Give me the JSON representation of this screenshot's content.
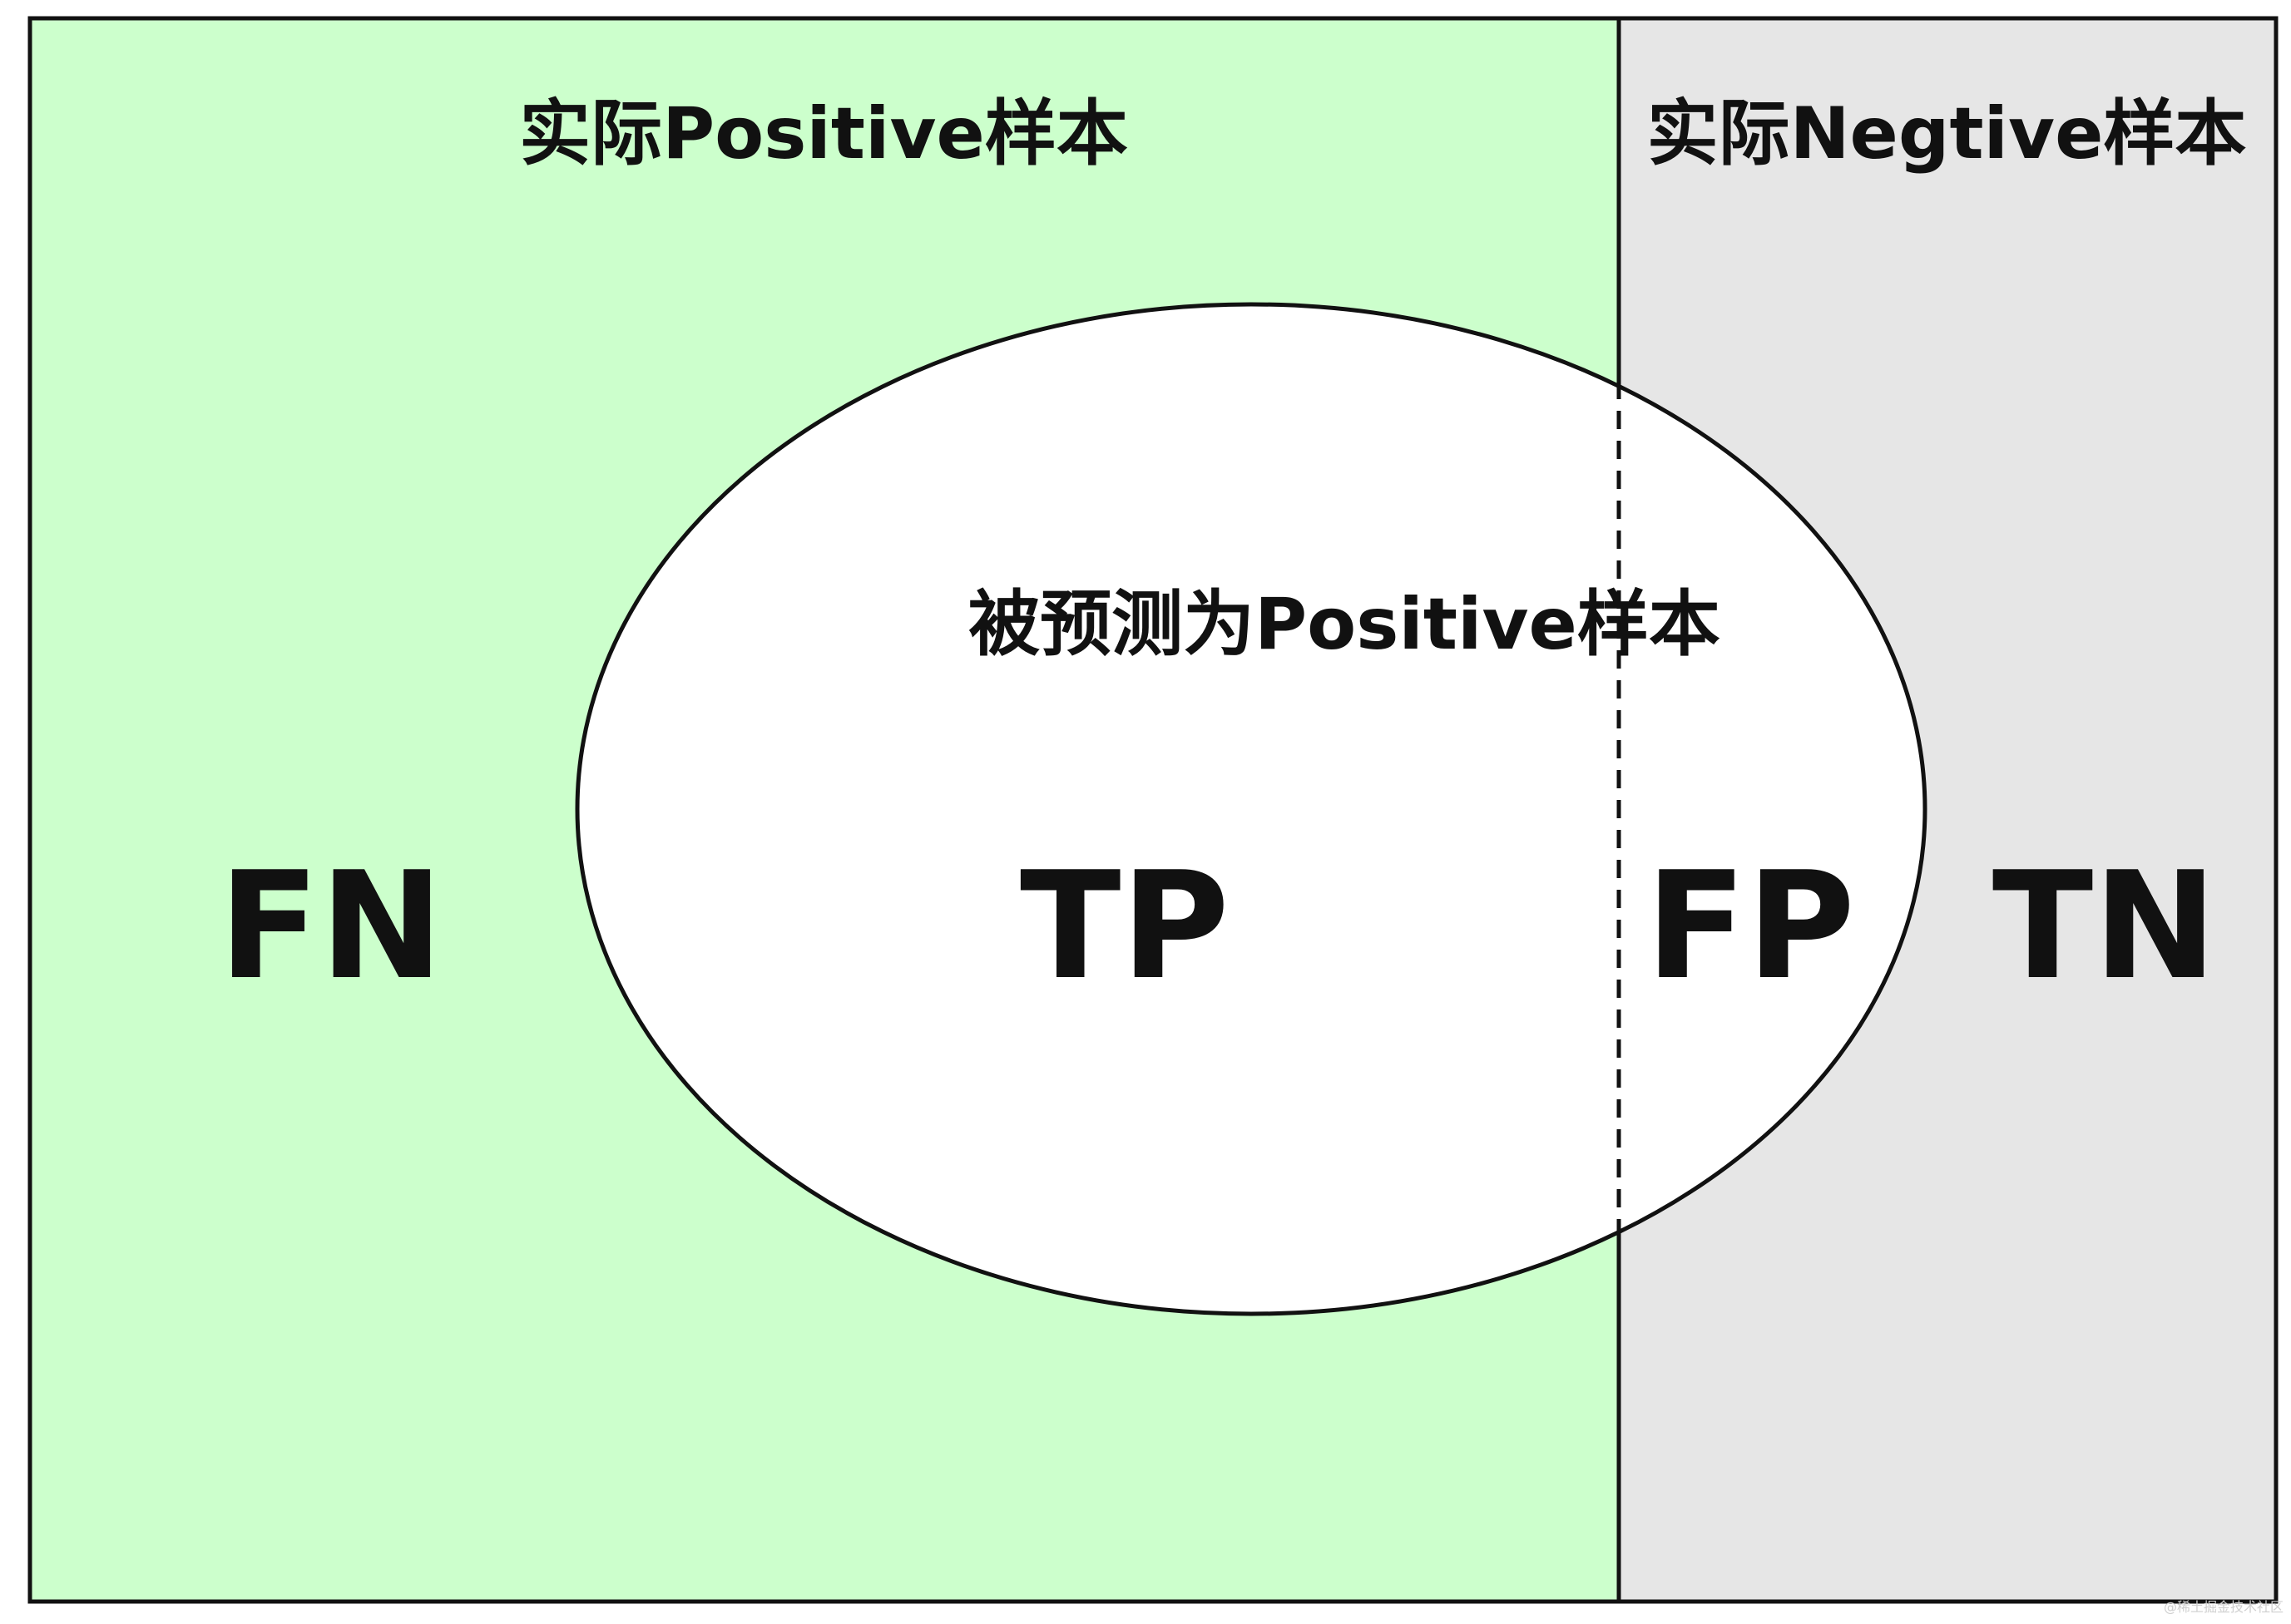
{
  "diagram": {
    "positive_region": {
      "label": "实际Positive样本",
      "fill": "#ccffcc"
    },
    "negative_region": {
      "label": "实际Negtive样本",
      "fill": "#e6e6e6"
    },
    "predicted_positive": {
      "label": "被预测为Positive样本",
      "fill": "#ffffff"
    },
    "quadrants": {
      "fn": "FN",
      "tp": "TP",
      "fp": "FP",
      "tn": "TN"
    },
    "watermark": "@稀土掘金技术社区",
    "colors": {
      "border": "#111111",
      "text": "#111111"
    }
  }
}
